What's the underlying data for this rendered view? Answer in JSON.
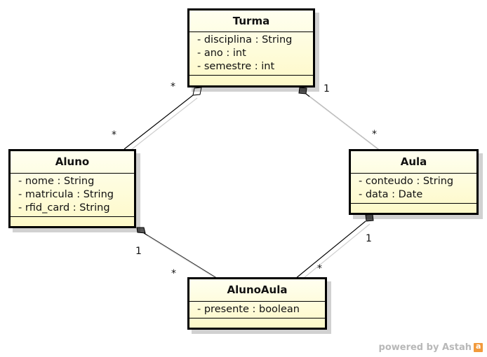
{
  "classes": {
    "turma": {
      "name": "Turma",
      "attributes": [
        "- disciplina : String",
        "- ano : int",
        "- semestre : int"
      ]
    },
    "aluno": {
      "name": "Aluno",
      "attributes": [
        "- nome : String",
        "- matricula : String",
        "- rfid_card : String"
      ]
    },
    "aula": {
      "name": "Aula",
      "attributes": [
        "- conteudo : String",
        "- data : Date"
      ]
    },
    "alunoaula": {
      "name": "AlunoAula",
      "attributes": [
        "- presente : boolean"
      ]
    }
  },
  "associations": {
    "turma_aluno": {
      "turma_end": "*",
      "aluno_end": "*",
      "aggregation": "hollow diamond at Turma"
    },
    "turma_aula": {
      "turma_end": "1",
      "aula_end": "*",
      "aggregation": "filled diamond at Turma"
    },
    "aluno_alunoaula": {
      "aluno_end": "1",
      "alunoaula_end": "*",
      "aggregation": "filled diamond at Aluno"
    },
    "aula_alunoaula": {
      "aula_end": "1",
      "alunoaula_end": "*",
      "aggregation": "filled diamond at Aula"
    }
  },
  "watermark": {
    "text": "powered by Astah"
  }
}
